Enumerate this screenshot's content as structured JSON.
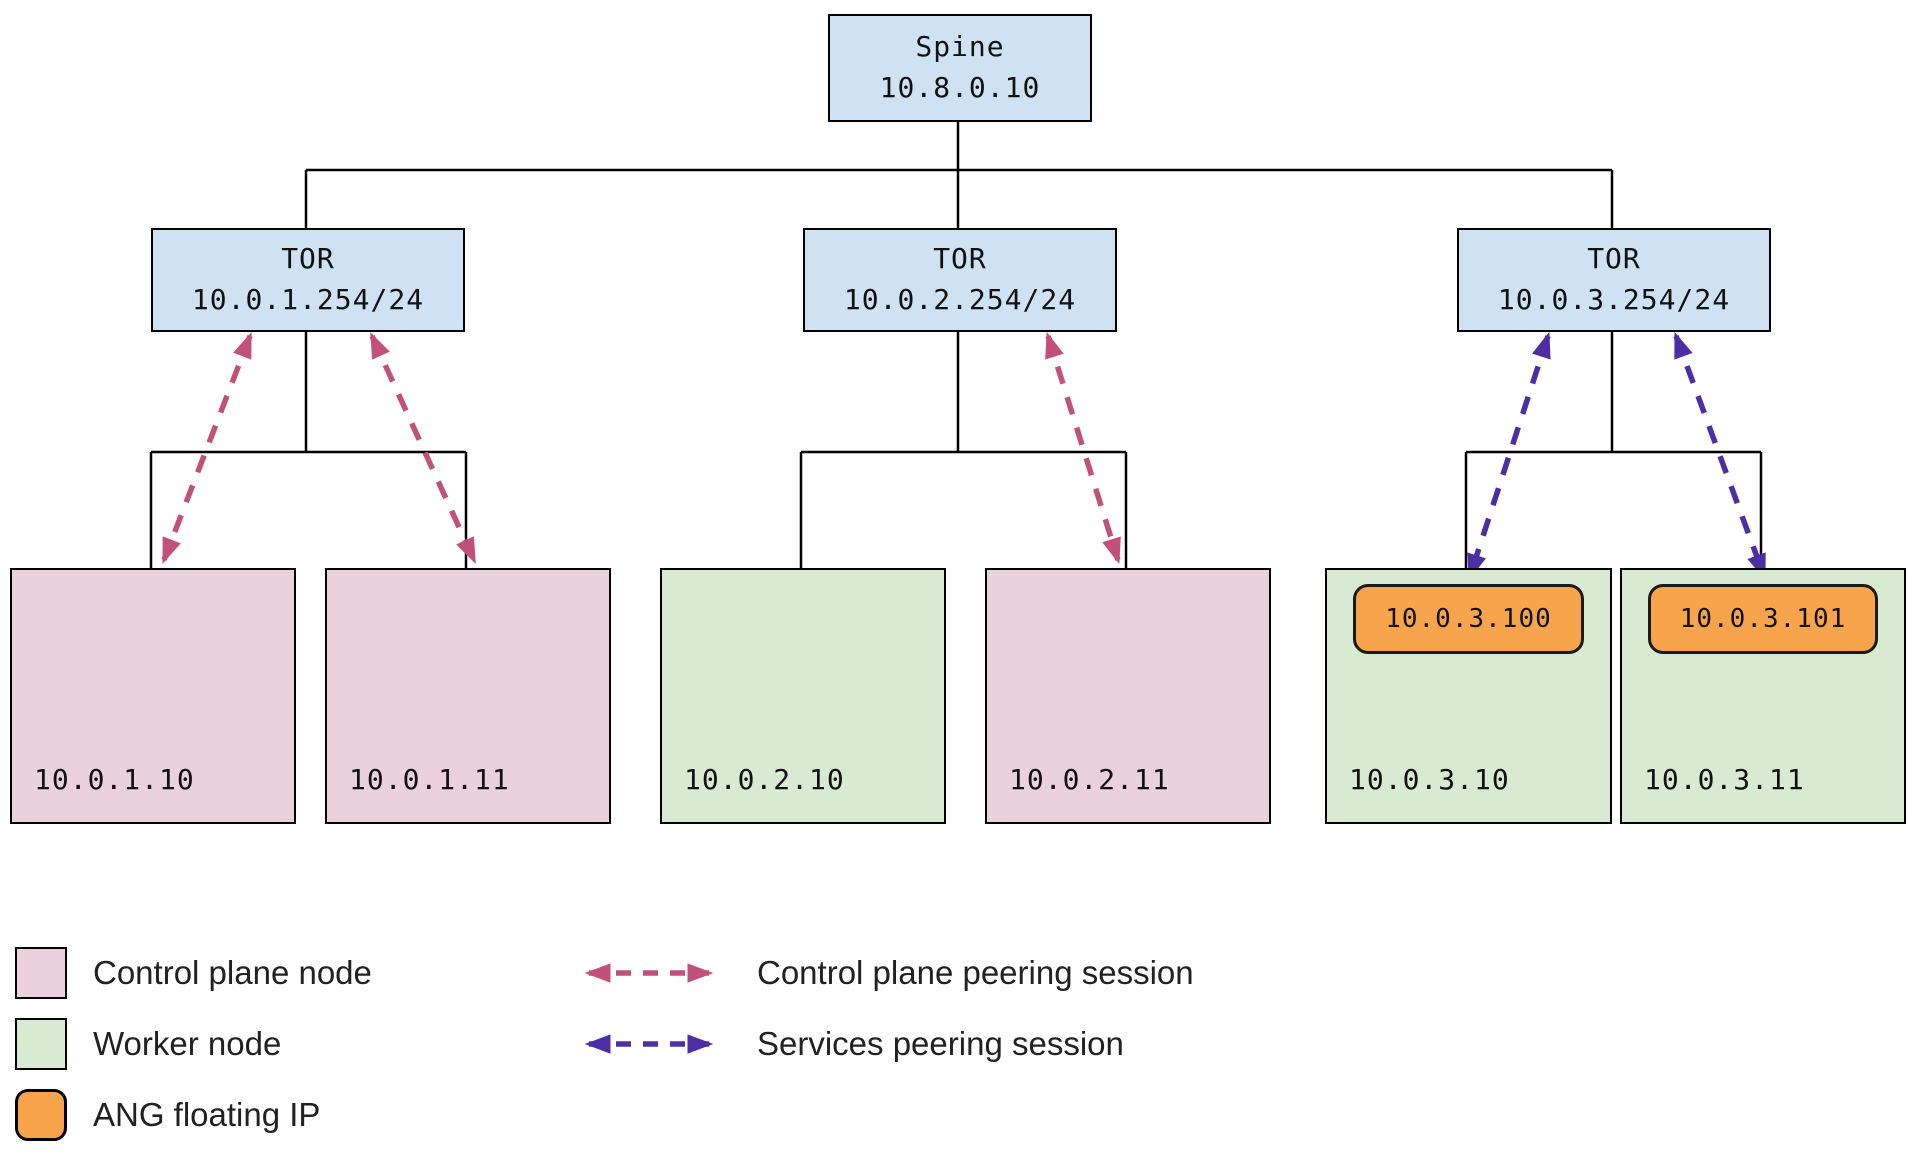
{
  "diagram": {
    "spine": {
      "title": "Spine",
      "ip": "10.8.0.10"
    },
    "tors": [
      {
        "title": "TOR",
        "ip": "10.0.1.254/24"
      },
      {
        "title": "TOR",
        "ip": "10.0.2.254/24"
      },
      {
        "title": "TOR",
        "ip": "10.0.3.254/24"
      }
    ],
    "nodes": [
      {
        "ip": "10.0.1.10",
        "type": "control-plane"
      },
      {
        "ip": "10.0.1.11",
        "type": "control-plane"
      },
      {
        "ip": "10.0.2.10",
        "type": "worker"
      },
      {
        "ip": "10.0.2.11",
        "type": "control-plane"
      },
      {
        "ip": "10.0.3.10",
        "type": "worker",
        "floating_ip": "10.0.3.100"
      },
      {
        "ip": "10.0.3.11",
        "type": "worker",
        "floating_ip": "10.0.3.101"
      }
    ]
  },
  "legend": {
    "swatches": [
      {
        "label": "Control plane node"
      },
      {
        "label": "Worker node"
      },
      {
        "label": "ANG floating IP"
      }
    ],
    "arrows": [
      {
        "label": "Control plane peering session",
        "color": "#C2517A"
      },
      {
        "label": "Services peering session",
        "color": "#4D2FA3"
      }
    ]
  },
  "colors": {
    "switch_fill": "#CFE2F3",
    "control_plane_fill": "#EAD1DC",
    "worker_fill": "#D9EAD3",
    "floating_ip_fill": "#F8A44C",
    "control_peering_arrow": "#C2517A",
    "services_peering_arrow": "#4D2FA3",
    "connector_line": "#000000"
  }
}
